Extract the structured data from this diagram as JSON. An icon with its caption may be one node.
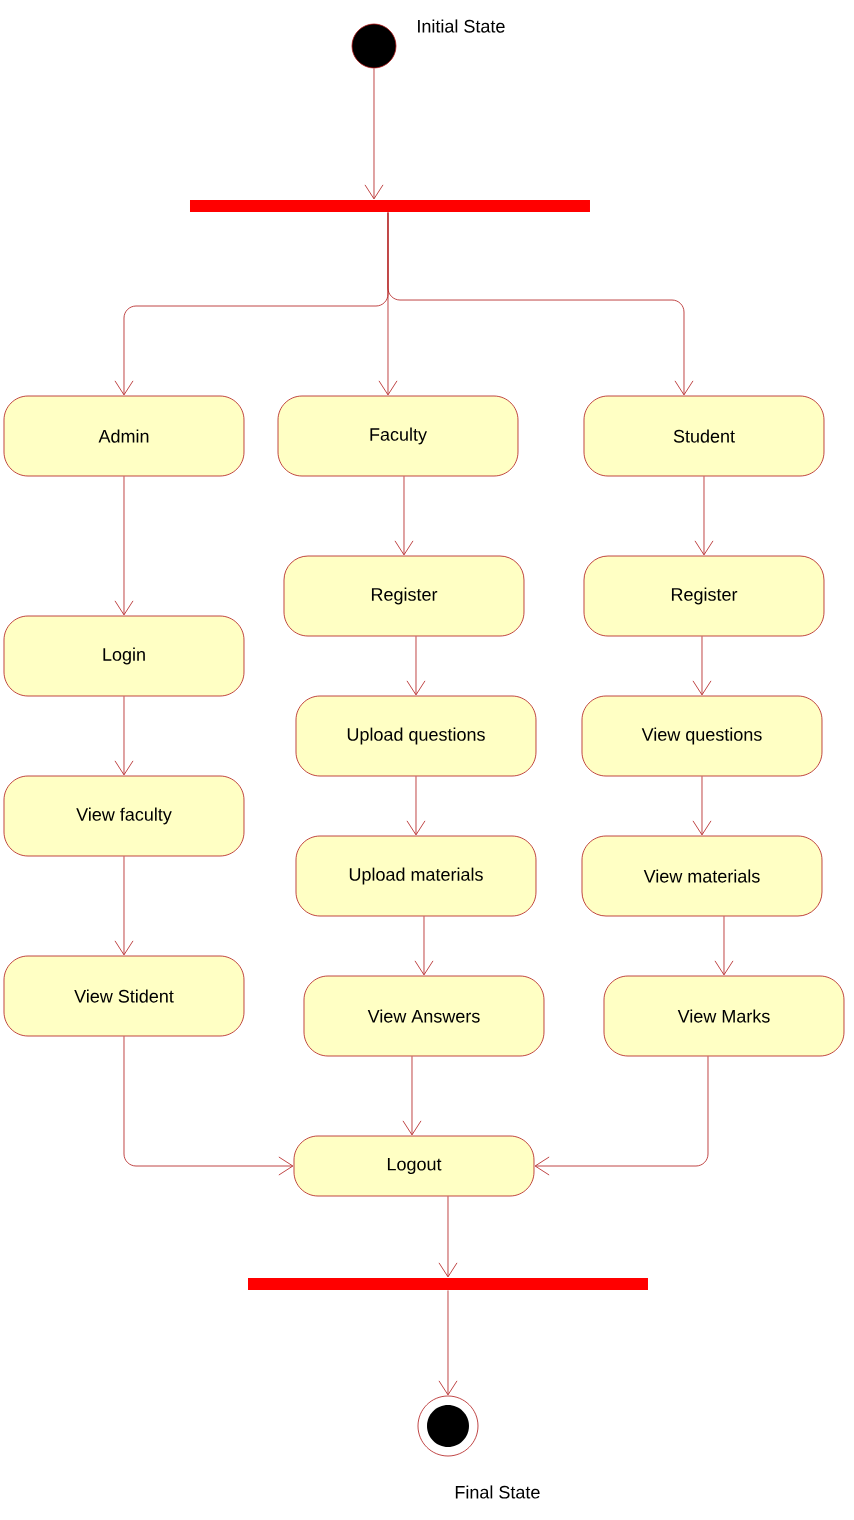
{
  "diagram": {
    "nodes": [
      {
        "text": [],
        "shape": "circle",
        "beside": [
          "Initial State"
        ]
      },
      {
        "text": [],
        "shape": "bar"
      },
      {
        "text": [
          "Admin"
        ]
      },
      {
        "text": [
          "Faculty"
        ]
      },
      {
        "text": [
          "Student"
        ]
      },
      {
        "text": [
          "Login"
        ]
      },
      {
        "text": [
          "View faculty"
        ]
      },
      {
        "text": [
          "View Stident"
        ]
      },
      {
        "text": [
          "Register"
        ]
      },
      {
        "text": [
          "Upload questions"
        ]
      },
      {
        "text": [
          "Upload materials"
        ]
      },
      {
        "text": [
          "View Answers"
        ]
      },
      {
        "text": [
          "Register"
        ]
      },
      {
        "text": [
          "View questions"
        ]
      },
      {
        "text": [
          "View materials"
        ]
      },
      {
        "text": [
          "View Marks"
        ]
      },
      {
        "text": [
          "Logout"
        ]
      },
      {
        "text": [],
        "shape": "bar"
      },
      {
        "text": [],
        "shape": "circle",
        "beside": [
          "Final State"
        ]
      }
    ],
    "edges": [
      {
        "from": 0,
        "to": 1,
        "arrow": "to"
      },
      {
        "from": 1,
        "to": 2,
        "arrow": "to"
      },
      {
        "from": 1,
        "to": 3,
        "arrow": "to"
      },
      {
        "from": 1,
        "to": 4,
        "arrow": "to"
      },
      {
        "from": 2,
        "to": 5,
        "arrow": "to"
      },
      {
        "from": 5,
        "to": 6,
        "arrow": "to"
      },
      {
        "from": 6,
        "to": 7,
        "arrow": "to"
      },
      {
        "from": 3,
        "to": 8,
        "arrow": "to"
      },
      {
        "from": 8,
        "to": 9,
        "arrow": "to"
      },
      {
        "from": 9,
        "to": 10,
        "arrow": "to"
      },
      {
        "from": 10,
        "to": 11,
        "arrow": "to"
      },
      {
        "from": 4,
        "to": 12,
        "arrow": "to"
      },
      {
        "from": 12,
        "to": 13,
        "arrow": "to"
      },
      {
        "from": 13,
        "to": 14,
        "arrow": "to"
      },
      {
        "from": 14,
        "to": 15,
        "arrow": "to"
      },
      {
        "from": 7,
        "to": 16,
        "arrow": "to"
      },
      {
        "from": 11,
        "to": 16,
        "arrow": "to"
      },
      {
        "from": 15,
        "to": 16,
        "arrow": "to"
      },
      {
        "from": 16,
        "to": 17,
        "arrow": "to"
      },
      {
        "from": 17,
        "to": 18,
        "arrow": "to"
      }
    ]
  }
}
